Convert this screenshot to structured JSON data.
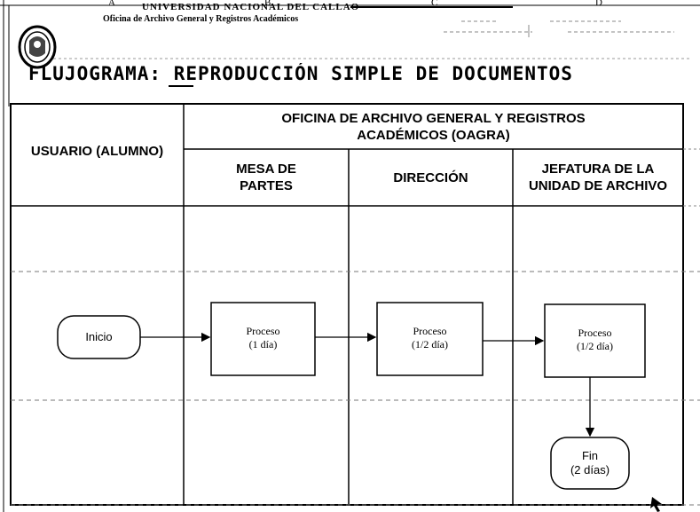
{
  "column_letters": [
    "A",
    "B",
    "C",
    "D"
  ],
  "header": {
    "institution": "UNIVERSIDAD NACIONAL DEL CALLAO",
    "office": "Oficina de Archivo General y Registros Académicos",
    "seal_icon": "university-seal-icon"
  },
  "title": "FLUJOGRAMA: REPRODUCCIÓN SIMPLE DE DOCUMENTOS",
  "table": {
    "user_lane": "USUARIO (ALUMNO)",
    "office_group": "OFICINA DE ARCHIVO GENERAL Y REGISTROS ACADÉMICOS (OAGRA)",
    "lanes": [
      "MESA DE PARTES",
      "DIRECCIÓN",
      "JEFATURA DE LA UNIDAD DE ARCHIVO"
    ]
  },
  "flow": {
    "start": "Inicio",
    "process_label": "Proceso",
    "step1_time": "(1 día)",
    "step2_time": "(1/2 día)",
    "step3_time": "(1/2 día)",
    "end_label": "Fin",
    "end_time": "(2 días)"
  }
}
